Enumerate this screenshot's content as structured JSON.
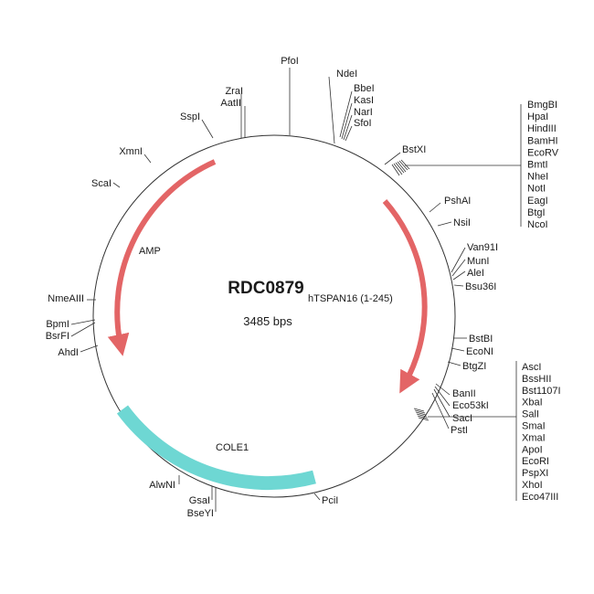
{
  "plasmid": {
    "name": "RDC0879",
    "size_label": "3485 bps"
  },
  "features": {
    "amp": {
      "label": "AMP",
      "color": "#e36566"
    },
    "insert": {
      "label": "hTSPAN16 (1-245)",
      "color": "#e36566"
    },
    "cole1": {
      "label": "COLE1",
      "color": "#6ed7d3"
    }
  },
  "sites": {
    "pfoi": "PfoI",
    "ndei": "NdeI",
    "bbei": "BbeI",
    "kasi": "KasI",
    "nari": "NarI",
    "sfoi": "SfoI",
    "zrai": "ZraI",
    "aatii": "AatII",
    "sspi": "SspI",
    "xmni": "XmnI",
    "scai": "ScaI",
    "nmeaiii": "NmeAIII",
    "bpmi": "BpmI",
    "bsrfi": "BsrFI",
    "ahdi": "AhdI",
    "alwni": "AlwNI",
    "gsai": "GsaI",
    "bseyi": "BseYI",
    "pcii": "PciI",
    "bstxi": "BstXI",
    "pshai": "PshAI",
    "nsii": "NsiI",
    "van91i": "Van91I",
    "muni": "MunI",
    "alei": "AleI",
    "bsu36i": "Bsu36I",
    "bstbi": "BstBI",
    "econi": "EcoNI",
    "btgzi": "BtgZI",
    "banii": "BanII",
    "eco53ki": "Eco53kI",
    "saci": "SacI",
    "psti": "PstI"
  },
  "cluster_top": [
    "BmgBI",
    "HpaI",
    "HindIII",
    "BamHI",
    "EcoRV",
    "BmtI",
    "NheI",
    "NotI",
    "EagI",
    "BtgI",
    "NcoI"
  ],
  "cluster_bottom": [
    "AscI",
    "BssHII",
    "Bst1107I",
    "XbaI",
    "SalI",
    "SmaI",
    "XmaI",
    "ApoI",
    "EcoRI",
    "PspXI",
    "XhoI",
    "Eco47III"
  ]
}
